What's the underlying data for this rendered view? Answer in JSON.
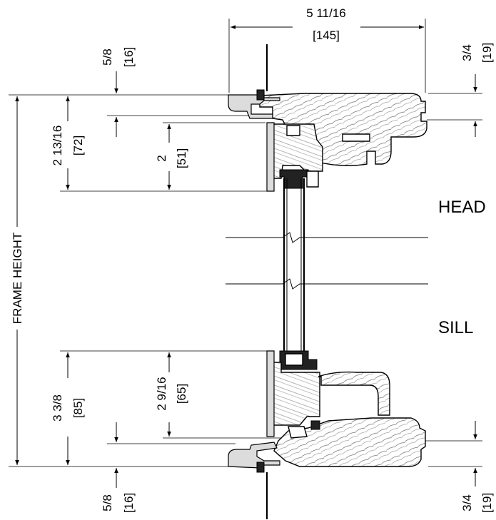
{
  "dimensions": {
    "overall_width": {
      "frac": "5 11/16",
      "metric": "[145]"
    },
    "head_top_left": {
      "frac": "5/8",
      "metric": "[16]"
    },
    "head_top_right": {
      "frac": "3/4",
      "metric": "[19]"
    },
    "head_outer": {
      "frac": "2 13/16",
      "metric": "[72]"
    },
    "head_inner": {
      "frac": "2",
      "metric": "[51]"
    },
    "sill_outer": {
      "frac": "3 3/8",
      "metric": "[85]"
    },
    "sill_inner": {
      "frac": "2 9/16",
      "metric": "[65]"
    },
    "sill_bottom_left": {
      "frac": "5/8",
      "metric": "[16]"
    },
    "sill_bottom_right": {
      "frac": "3/4",
      "metric": "[19]"
    },
    "frame_height": "FRAME  HEIGHT"
  },
  "labels": {
    "head": "HEAD",
    "sill": "SILL"
  }
}
